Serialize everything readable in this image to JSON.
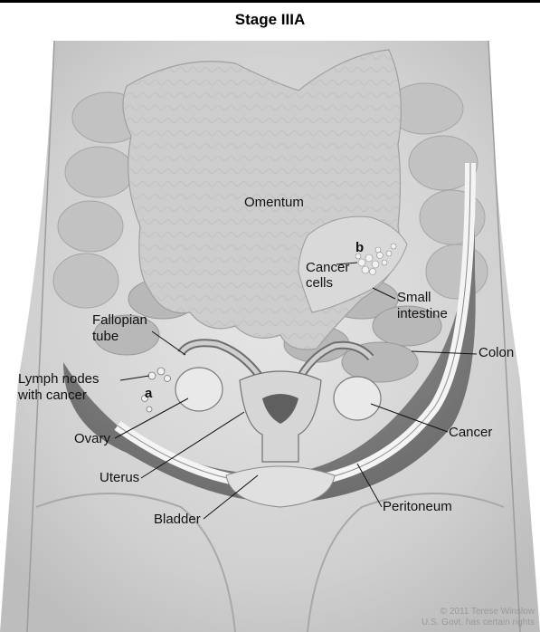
{
  "title": "Stage IIIA",
  "labels": {
    "omentum": "Omentum",
    "cancer_cells_1": "Cancer",
    "cancer_cells_2": "cells",
    "small_intestine_1": "Small",
    "small_intestine_2": "intestine",
    "fallopian_1": "Fallopian",
    "fallopian_2": "tube",
    "colon": "Colon",
    "lymph_1": "Lymph nodes",
    "lymph_2": "with cancer",
    "ovary": "Ovary",
    "cancer": "Cancer",
    "uterus": "Uterus",
    "peritoneum": "Peritoneum",
    "bladder": "Bladder",
    "marker_a": "a",
    "marker_b": "b"
  },
  "credit": {
    "line1": "© 2011 Terese Winslow",
    "line2": "U.S. Govt. has certain rights"
  },
  "colors": {
    "body": "#d4d4d4",
    "omentum": "#c9c9c9",
    "peritoneum": "#f2f2f2",
    "cavity": "#8e8e8e",
    "tumor": "#efefef"
  }
}
